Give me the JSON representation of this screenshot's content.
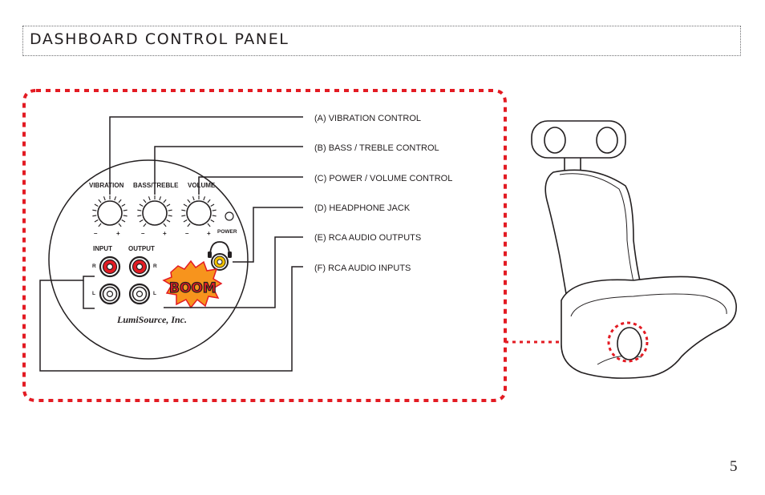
{
  "header": {
    "title": "DASHBOARD CONTROL PANEL"
  },
  "panel": {
    "knob_labels": [
      "VIBRATION",
      "BASS/TREBLE",
      "VOLUME"
    ],
    "power_label": "POWER",
    "minus": "–",
    "plus": "+",
    "input_label": "INPUT",
    "output_label": "OUTPUT",
    "right": "R",
    "left": "L",
    "brand": "LumiSource, Inc.",
    "boom": "BOOM"
  },
  "callouts": [
    {
      "label": "(A)  VIBRATION CONTROL"
    },
    {
      "label": "(B)  BASS / TREBLE CONTROL"
    },
    {
      "label": "(C)  POWER / VOLUME CONTROL"
    },
    {
      "label": "(D)  HEADPHONE JACK"
    },
    {
      "label": "(E)  RCA AUDIO OUTPUTS"
    },
    {
      "label": "(F)  RCA AUDIO INPUTS"
    }
  ],
  "colors": {
    "accent_red": "#e31b23",
    "jack_yellow": "#f2c200",
    "ink": "#231f20"
  },
  "footer": {
    "page_number": "5"
  }
}
